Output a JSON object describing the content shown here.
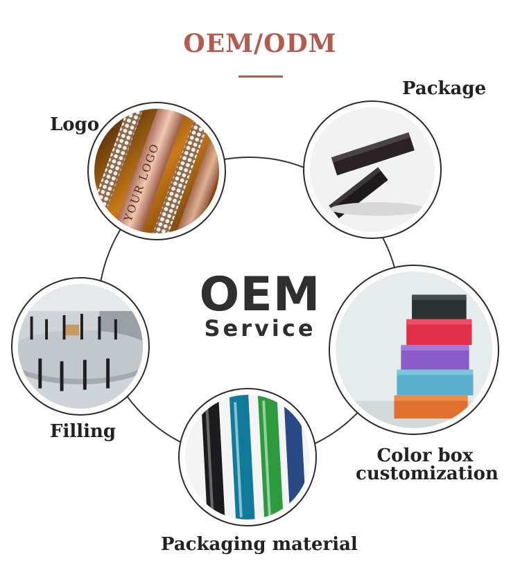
{
  "header": {
    "title": "OEM/ODM"
  },
  "center": {
    "line1": "OEM",
    "line2": "Service"
  },
  "services": {
    "logo": {
      "label": "Logo",
      "photo_text": "YOUR LOGO"
    },
    "package": {
      "label": "Package"
    },
    "filling": {
      "label": "Filling"
    },
    "packaging": {
      "label": "Packaging material"
    },
    "colorbox": {
      "label_line1": "Color box",
      "label_line2": "customization"
    }
  },
  "colors": {
    "accent": "#b55a4f",
    "text": "#222222",
    "ring": "#333333"
  }
}
